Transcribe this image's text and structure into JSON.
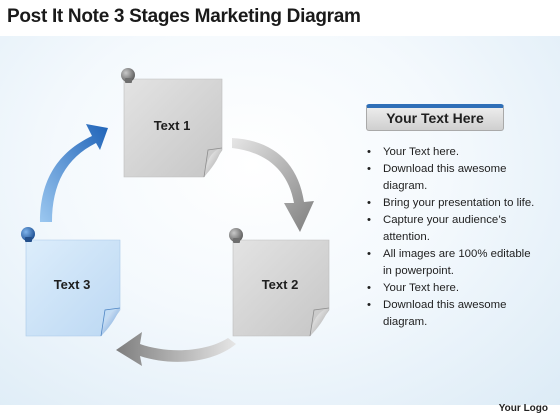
{
  "title": "Post It Note 3 Stages Marketing Diagram",
  "notes": [
    {
      "label": "Text 1",
      "color": "#d4d4d4"
    },
    {
      "label": "Text 2",
      "color": "#d4d4d4"
    },
    {
      "label": "Text 3",
      "color": "#cfe3f7"
    }
  ],
  "colors": {
    "accent_blue": "#2f73c4",
    "arrow_gray": "#8c8c8c",
    "header_strip": "#2f6fb8"
  },
  "header": "Your Text Here",
  "bullets": [
    "Your Text here.",
    "Download this awesome diagram.",
    "Bring your presentation to life.",
    "Capture your audience’s attention.",
    "All images are 100% editable in powerpoint.",
    "Your Text here.",
    "Download this awesome diagram."
  ],
  "logo": "Your Logo"
}
